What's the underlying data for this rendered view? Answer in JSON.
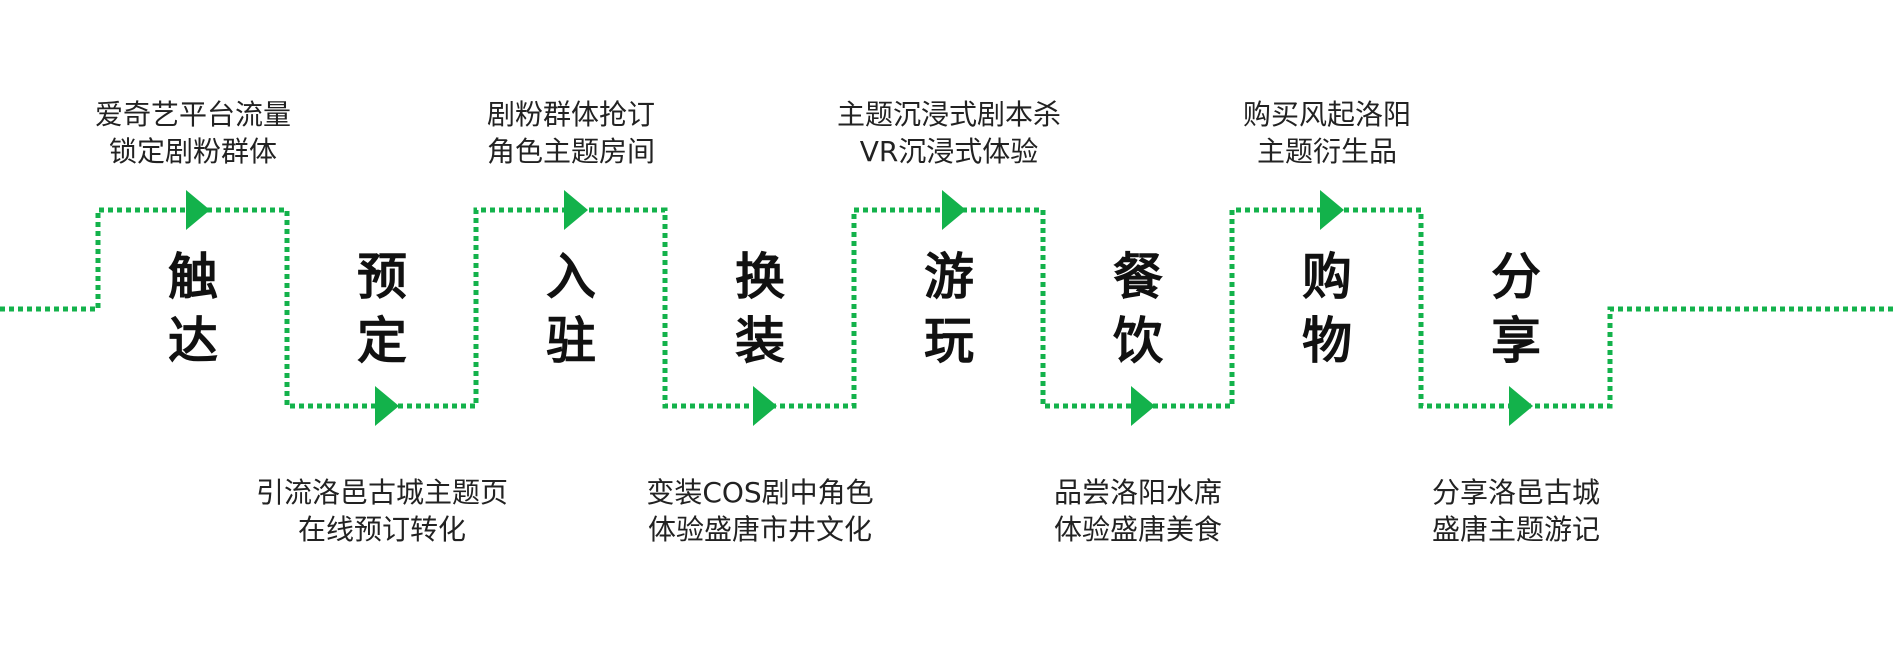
{
  "colors": {
    "accent": "#13b24b",
    "text": "#111111",
    "background": "#ffffff"
  },
  "stages": [
    {
      "top": "触",
      "bottom": "达",
      "desc_line1": "爱奇艺平台流量",
      "desc_line2": "锁定剧粉群体",
      "desc_position": "above"
    },
    {
      "top": "预",
      "bottom": "定",
      "desc_line1": "引流洛邑古城主题页",
      "desc_line2": "在线预订转化",
      "desc_position": "below"
    },
    {
      "top": "入",
      "bottom": "驻",
      "desc_line1": "剧粉群体抢订",
      "desc_line2": "角色主题房间",
      "desc_position": "above"
    },
    {
      "top": "换",
      "bottom": "装",
      "desc_line1": "变装COS剧中角色",
      "desc_line2": "体验盛唐市井文化",
      "desc_position": "below"
    },
    {
      "top": "游",
      "bottom": "玩",
      "desc_line1": "主题沉浸式剧本杀",
      "desc_line2": "VR沉浸式体验",
      "desc_position": "above"
    },
    {
      "top": "餐",
      "bottom": "饮",
      "desc_line1": "品尝洛阳水席",
      "desc_line2": "体验盛唐美食",
      "desc_position": "below"
    },
    {
      "top": "购",
      "bottom": "物",
      "desc_line1": "购买风起洛阳",
      "desc_line2": "主题衍生品",
      "desc_position": "above"
    },
    {
      "top": "分",
      "bottom": "享",
      "desc_line1": "分享洛邑古城",
      "desc_line2": "盛唐主题游记",
      "desc_position": "below"
    }
  ]
}
